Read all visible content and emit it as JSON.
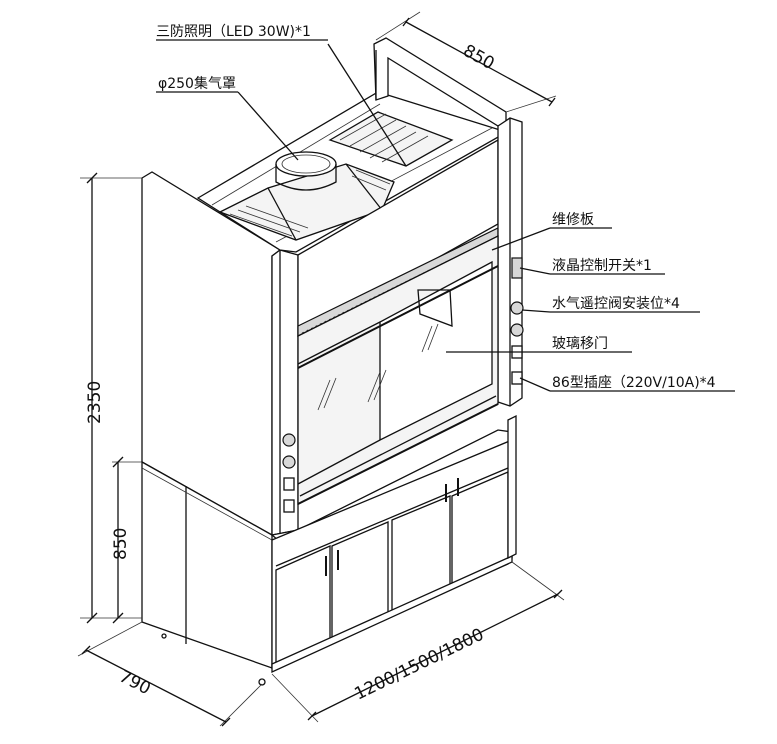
{
  "labels": {
    "lighting": "三防照明（LED 30W)*1",
    "hood": "φ250集气罩",
    "panel": "维修板",
    "lcd_switch": "液晶控制开关*1",
    "valve": "水气遥控阀安装位*4",
    "glass_door": "玻璃移门",
    "socket": "86型插座（220V/10A)*4"
  },
  "dimensions": {
    "top_depth": "850",
    "total_height": "2350",
    "base_height": "850",
    "base_depth": "790",
    "width": "1200/1500/1800"
  }
}
